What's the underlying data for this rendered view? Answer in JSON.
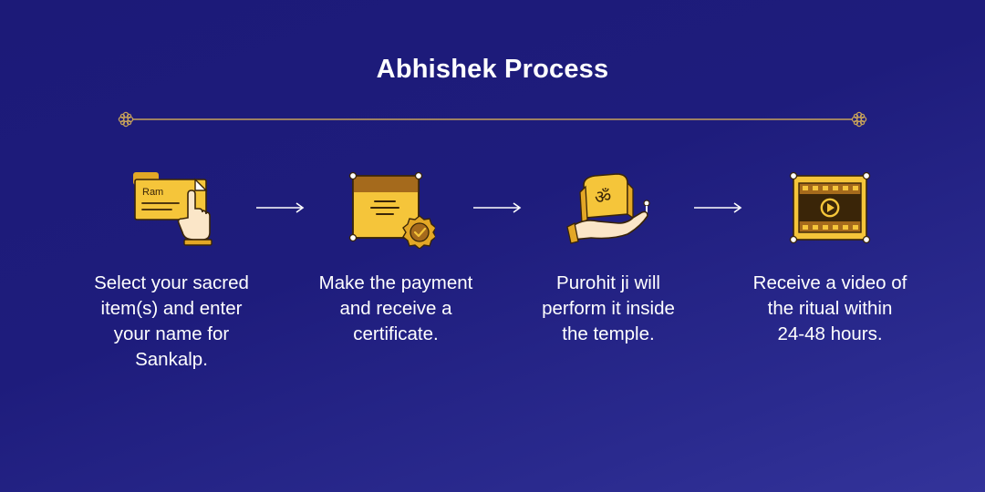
{
  "title": "Abhishek Process",
  "colors": {
    "background": "#1e1c7c",
    "accent_gold": "#f5c53a",
    "dark_brown": "#3a2508",
    "divider": "#c7a25a"
  },
  "steps": [
    {
      "icon": "name-scroll-hand-icon",
      "icon_label": "Ram",
      "lines": [
        "Select your sacred",
        "item(s) and enter",
        "your name for",
        "Sankalp."
      ]
    },
    {
      "icon": "certificate-badge-icon",
      "lines": [
        "Make the payment",
        "and receive a",
        "certificate."
      ]
    },
    {
      "icon": "om-scripture-hand-icon",
      "lines": [
        "Purohit ji will",
        "perform it inside",
        "the temple."
      ]
    },
    {
      "icon": "video-film-play-icon",
      "lines": [
        "Receive a video of",
        "the ritual within",
        "24-48 hours."
      ]
    }
  ]
}
